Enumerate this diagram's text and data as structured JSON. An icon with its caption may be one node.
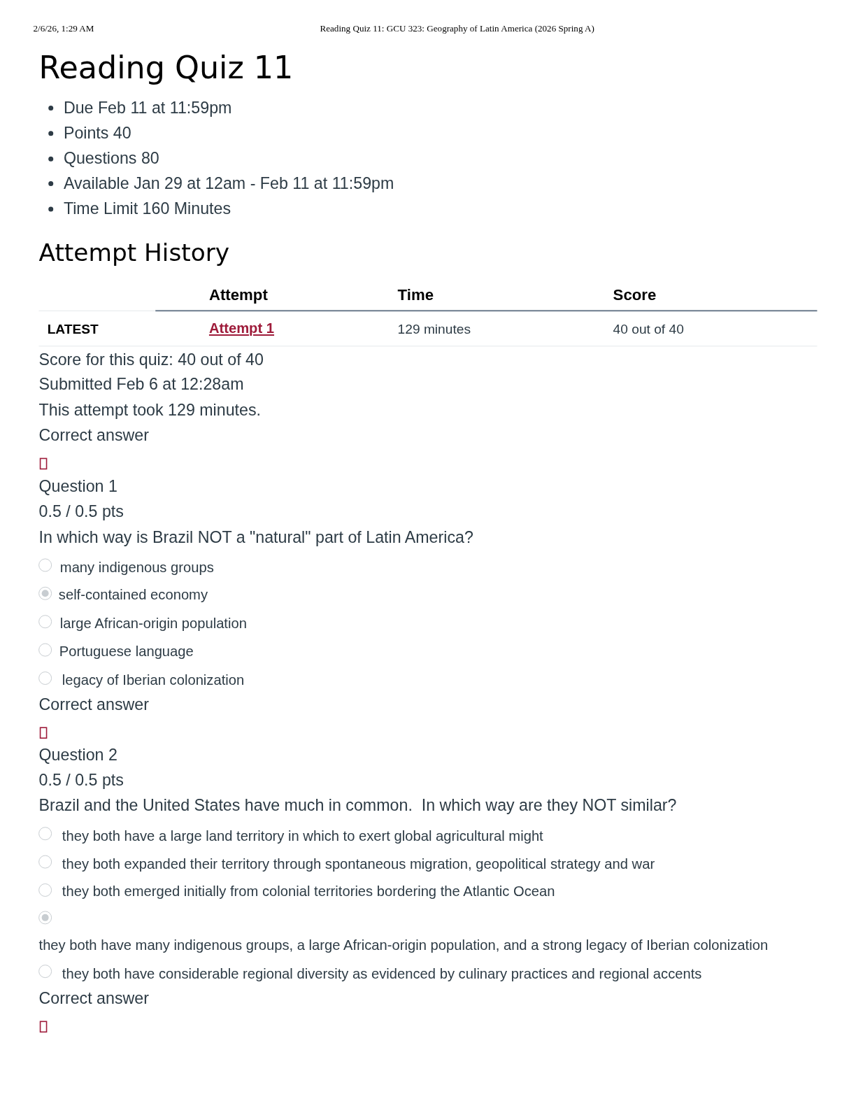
{
  "diagram": {
    "title": "Reading Quiz 11",
    "labels": [
      "2/6/26, 1:29 AM",
      "Reading Quiz 11: GCU 323: Geography of Latin America (2026 Spring A)",
      "Due Feb 11 at 11:59pm",
      "Points 40",
      "Questions 80",
      "Available Jan 29 at 12am - Feb 11 at 11:59pm",
      "Time Limit 160 Minutes",
      "Attempt History",
      "Attempt",
      "Time",
      "Score",
      "LATEST",
      "Attempt 1",
      "129 minutes",
      "40 out of 40",
      "Score for this quiz: 40 out of 40",
      "Submitted Feb 6 at 12:28am",
      "This attempt took 129 minutes.",
      "Correct answer",
      "Question 1",
      "0.5 / 0.5 pts",
      "In which way is Brazil NOT a \"natural\" part of Latin America?",
      "many indigenous groups",
      "self-contained economy",
      "large African-origin population",
      "Portuguese language",
      "legacy of Iberian colonization",
      "Correct answer",
      "Question 2",
      "0.5 / 0.5 pts",
      "Brazil and the United States have much in common.  In which way are they NOT similar?",
      "they both have a large land territory in which to exert global agricultural might",
      "they both expanded their territory through spontaneous migration, geopolitical strategy and war",
      "they both emerged initially from colonial territories bordering the Atlantic Ocean",
      "they both have many indigenous groups, a large African-origin population, and a strong legacy of Iberian colonization",
      "they both have considerable regional diversity as evidenced by culinary practices and regional accents",
      "Correct answer"
    ]
  }
}
